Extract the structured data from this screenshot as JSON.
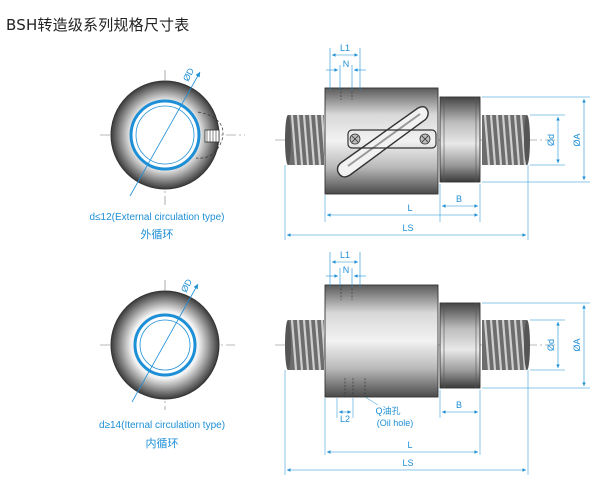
{
  "title": "BSH转造级系列规格尺寸表",
  "colors": {
    "accent": "#1d8fd6",
    "line": "#333333",
    "nut_dark": "#8a8a8a",
    "nut_light": "#d9d9d9"
  },
  "top_view": {
    "caption_en": "d≤12(External circulation type)",
    "caption_cn": "外循环",
    "diameter_label": "ØD"
  },
  "bottom_view": {
    "caption_en": "d≥14(Iternal circulation type)",
    "caption_cn": "内循环",
    "diameter_label": "ØD"
  },
  "dims": {
    "L1": "L1",
    "N": "N",
    "Od": "Ød",
    "OA": "ØA",
    "L": "L",
    "B": "B",
    "LS": "LS",
    "L2": "L2",
    "oil_cn": "Q油孔",
    "oil_en": "(Oil hole)"
  },
  "icons": [
    "thread-icon",
    "screw-head-icon"
  ]
}
